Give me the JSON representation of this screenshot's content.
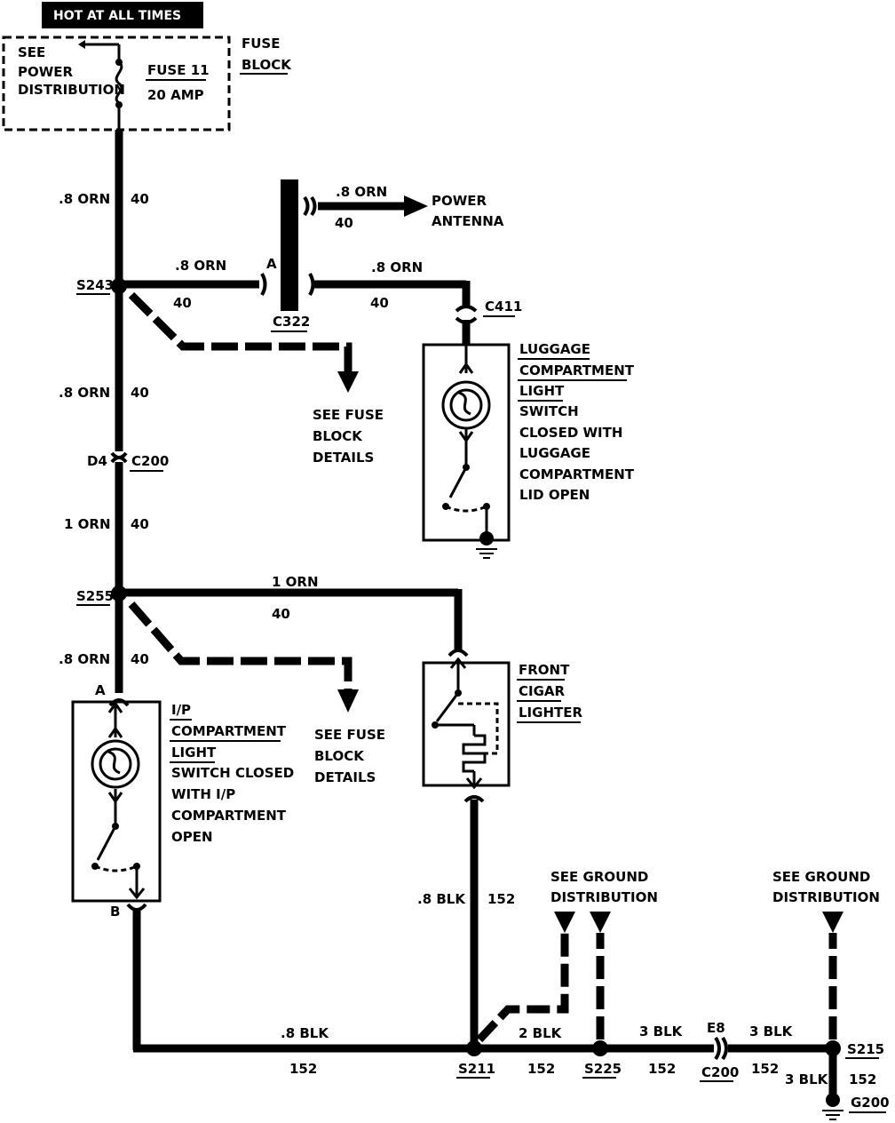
{
  "header": {
    "label": "HOT AT ALL TIMES"
  },
  "fuse_block": {
    "title_line1": "FUSE",
    "title_line2": "BLOCK",
    "see_line1": "SEE",
    "see_line2": "POWER",
    "see_line3": "DISTRIBUTION",
    "fuse_name": "FUSE 11",
    "fuse_rating": "20 AMP"
  },
  "wires": {
    "w1_size": ".8 ORN",
    "w1_circuit": "40",
    "w2_size": ".8 ORN",
    "w2_circuit": "40",
    "w3_size": ".8 ORN",
    "w3_circuit": "40",
    "w4_size": ".8 ORN",
    "w4_circuit": "40",
    "w5_size": ".8 ORN",
    "w5_circuit": "40",
    "w6_size": "1 ORN",
    "w6_circuit": "40",
    "w7_size": "1 ORN",
    "w7_circuit": "40",
    "w8_size": ".8 ORN",
    "w8_circuit": "40",
    "w9_size": ".8 BLK",
    "w9_circuit": "152",
    "w10_size": ".8 BLK",
    "w10_circuit": "152",
    "w11_size": "2 BLK",
    "w11_circuit": "152",
    "w12_size": "3 BLK",
    "w12_circuit": "152",
    "w13_size": "3 BLK",
    "w13_circuit": "152",
    "w14_size": "3 BLK",
    "w14_circuit": "152"
  },
  "splices": {
    "s243": "S243",
    "s255": "S255",
    "s211": "S211",
    "s225": "S225",
    "s215": "S215",
    "g200": "G200"
  },
  "connectors": {
    "c322": "C322",
    "c322_pin": "A",
    "c411": "C411",
    "c200_top": "C200",
    "c200_top_pin": "D4",
    "c200_bottom": "C200",
    "c200_bottom_pin": "E8",
    "ip_pin_a": "A",
    "ip_pin_b": "B"
  },
  "power_antenna": {
    "line1": "POWER",
    "line2": "ANTENNA"
  },
  "see_fuse_details_1": {
    "line1": "SEE FUSE",
    "line2": "BLOCK",
    "line3": "DETAILS"
  },
  "see_fuse_details_2": {
    "line1": "SEE FUSE",
    "line2": "BLOCK",
    "line3": "DETAILS"
  },
  "luggage_light": {
    "title1": "LUGGAGE",
    "title2": "COMPARTMENT",
    "title3": "LIGHT",
    "desc1": "SWITCH",
    "desc2": "CLOSED WITH",
    "desc3": "LUGGAGE",
    "desc4": "COMPARTMENT",
    "desc5": "LID OPEN"
  },
  "cigar_lighter": {
    "title1": "FRONT",
    "title2": "CIGAR",
    "title3": "LIGHTER"
  },
  "ip_light": {
    "title1": "I/P",
    "title2": "COMPARTMENT",
    "title3": "LIGHT",
    "desc1": "SWITCH CLOSED",
    "desc2": "WITH I/P",
    "desc3": "COMPARTMENT",
    "desc4": "OPEN"
  },
  "see_ground_1": {
    "line1": "SEE GROUND",
    "line2": "DISTRIBUTION"
  },
  "see_ground_2": {
    "line1": "SEE GROUND",
    "line2": "DISTRIBUTION"
  }
}
